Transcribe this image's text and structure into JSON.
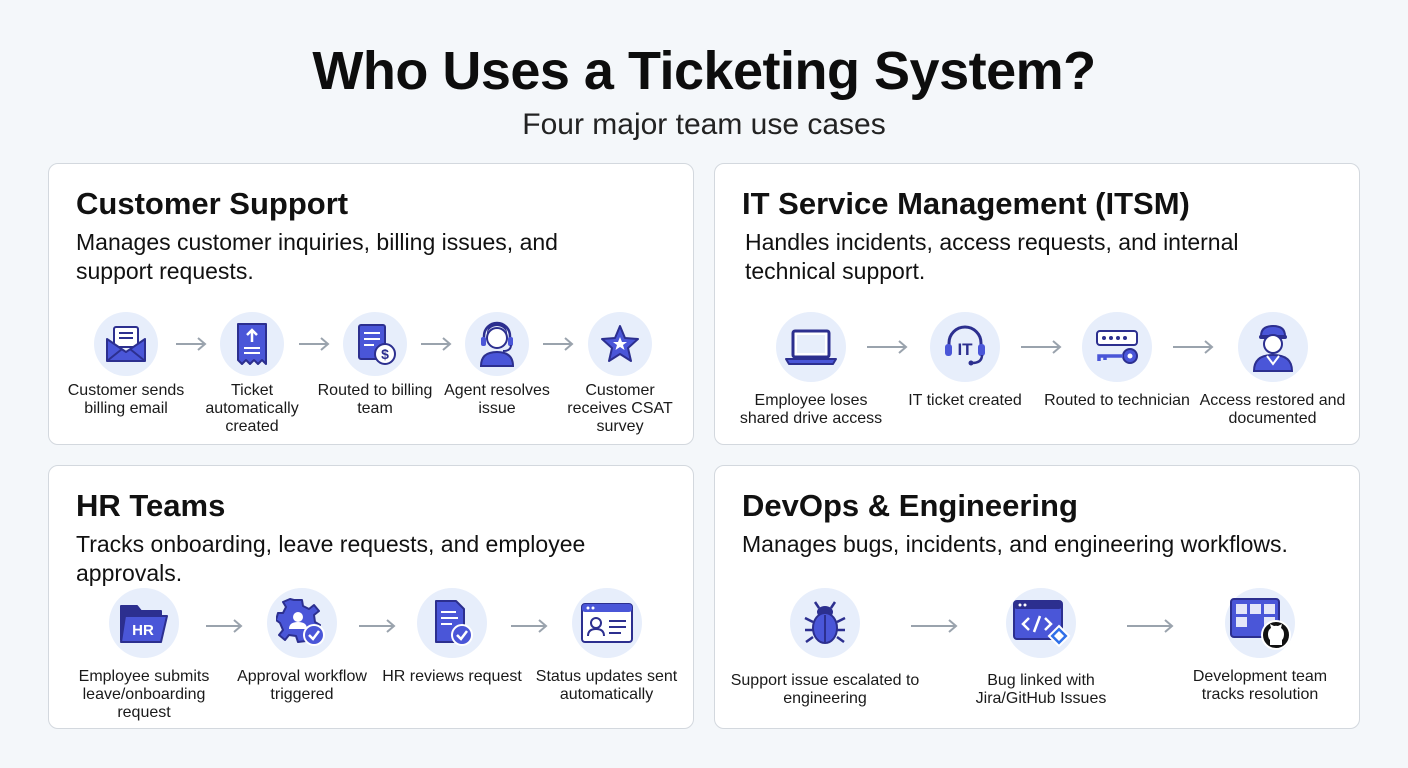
{
  "header": {
    "title": "Who Uses a Ticketing System?",
    "subtitle": "Four major team use cases"
  },
  "cards": [
    {
      "title": "Customer Support",
      "description": "Manages customer inquiries, billing issues, and support requests.",
      "steps": [
        {
          "icon": "envelope-icon",
          "label": "Customer sends billing email"
        },
        {
          "icon": "ticket-icon",
          "label": "Ticket automatically created"
        },
        {
          "icon": "billing-document-icon",
          "label": "Routed to billing team"
        },
        {
          "icon": "headset-agent-icon",
          "label": "Agent resolves issue"
        },
        {
          "icon": "star-icon",
          "label": "Customer receives CSAT survey"
        }
      ]
    },
    {
      "title": "IT Service Management (ITSM)",
      "description": "Handles incidents, access requests, and internal technical support.",
      "steps": [
        {
          "icon": "laptop-icon",
          "label": "Employee loses shared drive access"
        },
        {
          "icon": "it-headset-icon",
          "icon_text": "IT",
          "label": "IT ticket created"
        },
        {
          "icon": "password-key-icon",
          "label": "Routed to technician"
        },
        {
          "icon": "technician-icon",
          "label": "Access restored and documented"
        }
      ]
    },
    {
      "title": "HR Teams",
      "description": "Tracks onboarding, leave requests, and employee approvals.",
      "steps": [
        {
          "icon": "hr-folder-icon",
          "icon_text": "HR",
          "label": "Employee submits leave/onboarding request"
        },
        {
          "icon": "approval-gear-icon",
          "label": "Approval workflow triggered"
        },
        {
          "icon": "document-check-icon",
          "label": "HR reviews request"
        },
        {
          "icon": "profile-window-icon",
          "label": "Status updates sent automatically"
        }
      ]
    },
    {
      "title": "DevOps & Engineering",
      "description": "Manages bugs, incidents, and engineering workflows.",
      "steps": [
        {
          "icon": "bug-icon",
          "label": "Support issue escalated to engineering"
        },
        {
          "icon": "code-window-icon",
          "label": "Bug linked with Jira/GitHub Issues"
        },
        {
          "icon": "kanban-github-icon",
          "label": "Development team tracks resolution"
        }
      ]
    }
  ],
  "colors": {
    "accent": "#4a56d8",
    "accent_dark": "#2c2f8f",
    "icon_bg": "#e7eefb",
    "arrow": "#9aa3ad"
  }
}
